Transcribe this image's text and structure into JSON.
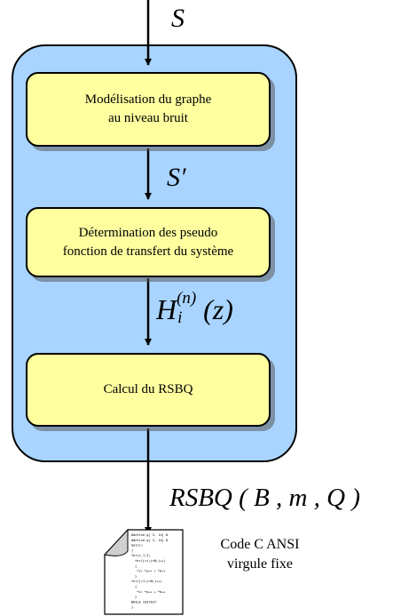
{
  "signals": {
    "input": "S",
    "intermediate": "S′",
    "transfer_base": "H",
    "transfer_sub": "i",
    "transfer_sup": "(n)",
    "transfer_arg": "(z)",
    "output": "RSBQ ( B , m , Q )"
  },
  "steps": [
    {
      "line1": "Modélisation du graphe",
      "line2": "au niveau bruit"
    },
    {
      "line1": "Détermination des pseudo",
      "line2": "fonction de transfert du système"
    },
    {
      "line1": "Calcul du RSBQ",
      "line2": ""
    }
  ],
  "output_artifact": {
    "line1": "Code C ANSI",
    "line2": "virgule fixe",
    "icon": "c-source-document-icon"
  },
  "code_lines": [
    "#define g[ 3, 14] 8",
    "#define g[ 3, 14] 8",
    "main()",
    "{",
    "for(i_1,3;",
    "  for(j=i;j<N;j++)",
    "  {",
    "   *i= *p++ + *b++",
    "  }",
    "for(j=1;j<N;j++)",
    "  {",
    "   *i= *p++ + *b++",
    "  }",
    "WHILE CASTEST",
    "}"
  ],
  "colors": {
    "panel": "#a8d4ff",
    "step_box": "#ffffa0",
    "stroke": "#000000"
  }
}
